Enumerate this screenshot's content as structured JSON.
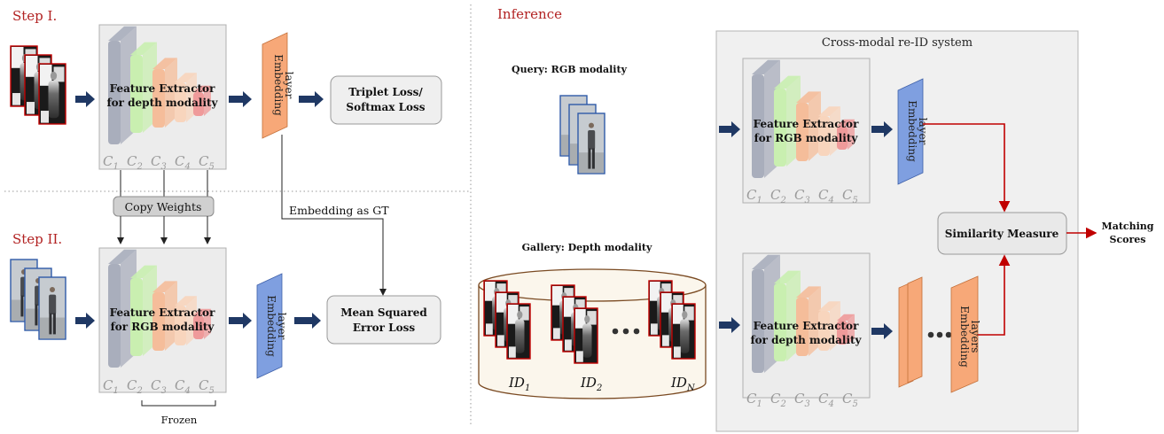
{
  "step1": {
    "title": "Step I.",
    "feature_extractor": [
      "Feature Extractor",
      "for depth modality"
    ],
    "embedding": [
      "Embedding",
      "layer"
    ],
    "loss": [
      "Triplet Loss/",
      "Softmax Loss"
    ]
  },
  "step2": {
    "title": "Step II.",
    "feature_extractor": [
      "Feature Extractor",
      "for RGB modality"
    ],
    "embedding": [
      "Embedding",
      "layer"
    ],
    "loss": [
      "Mean Squared",
      "Error Loss"
    ],
    "frozen": "Frozen"
  },
  "copy_weights": "Copy Weights",
  "embedding_as_gt": "Embedding as GT",
  "stage_label": "C",
  "stage_subscripts": [
    "1",
    "2",
    "3",
    "4",
    "5"
  ],
  "inference": {
    "title": "Inference",
    "query_label": "Query: RGB modality",
    "gallery_label": "Gallery: Depth modality",
    "gallery_ids": [
      {
        "letter": "ID",
        "sub": "1"
      },
      {
        "letter": "ID",
        "sub": "2"
      },
      {
        "letter": "ID",
        "sub": "N"
      }
    ],
    "system_title": "Cross-modal re-ID system",
    "rgb_extractor": [
      "Feature Extractor",
      "for RGB modality"
    ],
    "rgb_embedding": [
      "Embedding",
      "layer"
    ],
    "depth_extractor": [
      "Feature Extractor",
      "for depth modality"
    ],
    "depth_embedding": [
      "Embedding",
      "layers"
    ],
    "similarity": "Similarity Measure",
    "output": [
      "Matching",
      "Scores"
    ]
  },
  "colors": {
    "title_red": "#b22222",
    "arrow_navy": "#1f3864",
    "arrow_red": "#c00000",
    "embedding_orange": "#f7a878",
    "embedding_blue": "#7f9fe0",
    "stage1": "#a9aebc",
    "stage2": "#c9efb0",
    "stage3": "#f5bd9a",
    "stage4": "#f8d5bd",
    "stage5": "#ef9a9a"
  }
}
